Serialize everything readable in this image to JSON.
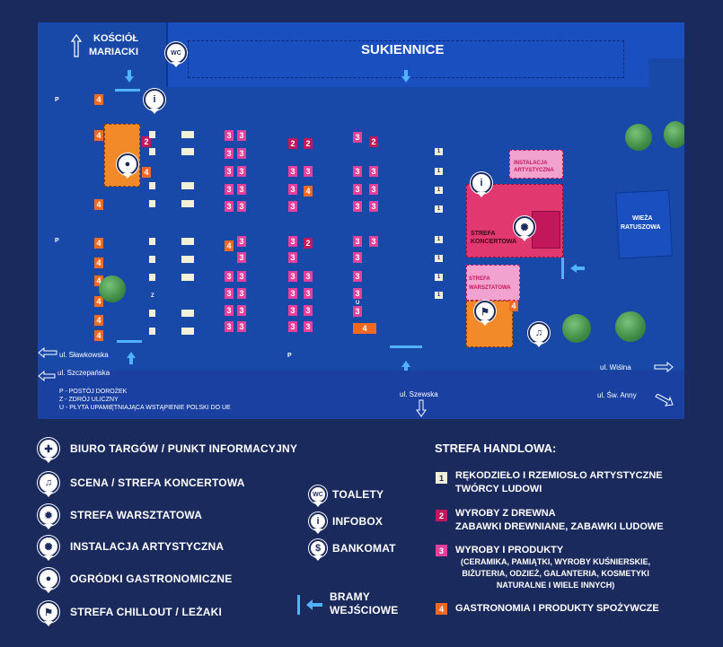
{
  "map": {
    "labels": {
      "kosciol_line1": "KOŚCIÓŁ",
      "kosciol_line2": "MARIACKI",
      "sukiennice": "SUKIENNICE",
      "wieza_line1": "WIEŻA",
      "wieza_line2": "RATUSZOWA",
      "strefa_koncertowa_line1": "STREFA",
      "strefa_koncertowa_line2": "KONCERTOWA",
      "strefa_warsztatowa_line1": "STREFA",
      "strefa_warsztatowa_line2": "WARSZTATOWA",
      "instalacja_line1": "INSTALACJA",
      "instalacja_line2": "ARTYSTYCZNA"
    },
    "streets": {
      "slawkowska": "ul. Sławkowska",
      "szczepanska": "ul. Szczepańska",
      "szewska": "ul. Szewska",
      "wislna": "ul. Wiślna",
      "sw_anny": "ul. Św. Anny"
    },
    "notes": [
      "P - POSTÓJ DOROŻEK",
      "Z - ZDRÓJ ULICZNY",
      "U - PŁYTA UPAMIĘTNIAJĄCA WSTĄPIENIE POLSKI DO UE"
    ],
    "markers": {
      "p": "P",
      "z": "Z",
      "u": "U",
      "wc": "WC",
      "info": "i",
      "dollar": "$"
    }
  },
  "legend": {
    "left": [
      {
        "icon": "info-point-icon",
        "label": "BIURO TARGÓW / PUNKT INFORMACYJNY"
      },
      {
        "icon": "music-icon",
        "label": "SCENA / STREFA KONCERTOWA"
      },
      {
        "icon": "workshop-icon",
        "label": "STREFA WARSZTATOWA"
      },
      {
        "icon": "eu-stars-icon",
        "label": "INSTALACJA ARTYSTYCZNA"
      },
      {
        "icon": "plate-icon",
        "label": "OGRÓDKI GASTRONOMICZNE"
      },
      {
        "icon": "deckchair-icon",
        "label": "STREFA CHILLOUT / LEŻAKI"
      }
    ],
    "middle": [
      {
        "icon": "wc-icon",
        "label": "TOALETY",
        "glyph": "WC"
      },
      {
        "icon": "info-icon",
        "label": "INFOBOX",
        "glyph": "i"
      },
      {
        "icon": "atm-icon",
        "label": "BANKOMAT",
        "glyph": "$"
      }
    ],
    "gates": {
      "line1": "BRAMY",
      "line2": "WEJŚCIOWE"
    },
    "strefa_title": "STREFA HANDLOWA:",
    "strefa": [
      {
        "num": "1",
        "color": "#f3f0d8",
        "text_color": "#1b2a5c",
        "line1": "RĘKODZIEŁO I RZEMIOSŁO ARTYSTYCZNE",
        "line2": "TWÓRCY LUDOWI"
      },
      {
        "num": "2",
        "color": "#c2185b",
        "text_color": "#ffffff",
        "line1": "WYROBY Z DREWNA",
        "line2": "ZABAWKI DREWNIANE, ZABAWKI LUDOWE"
      },
      {
        "num": "3",
        "color": "#e83e9e",
        "text_color": "#ffffff",
        "line1": "WYROBY I PRODUKTY",
        "line2": "(CERAMIKA, PAMIĄTKI, WYROBY KUŚNIERSKIE,",
        "line3": "BIŻUTERIA, ODZIEŻ, GALANTERIA, KOSMETYKI",
        "line4": "NATURALNE I WIELE INNYCH)"
      },
      {
        "num": "4",
        "color": "#f26a21",
        "text_color": "#ffffff",
        "line1": "GASTRONOMIA I PRODUKTY SPOŻYWCZE"
      }
    ]
  },
  "colors": {
    "background": "#1b2a5c",
    "map": "#1849a8",
    "building": "#1a4fc0",
    "gate": "#4fb3ff",
    "koncert": "#e0386f",
    "warsztat": "#f2a2cf",
    "gastro": "#f28a2a"
  }
}
